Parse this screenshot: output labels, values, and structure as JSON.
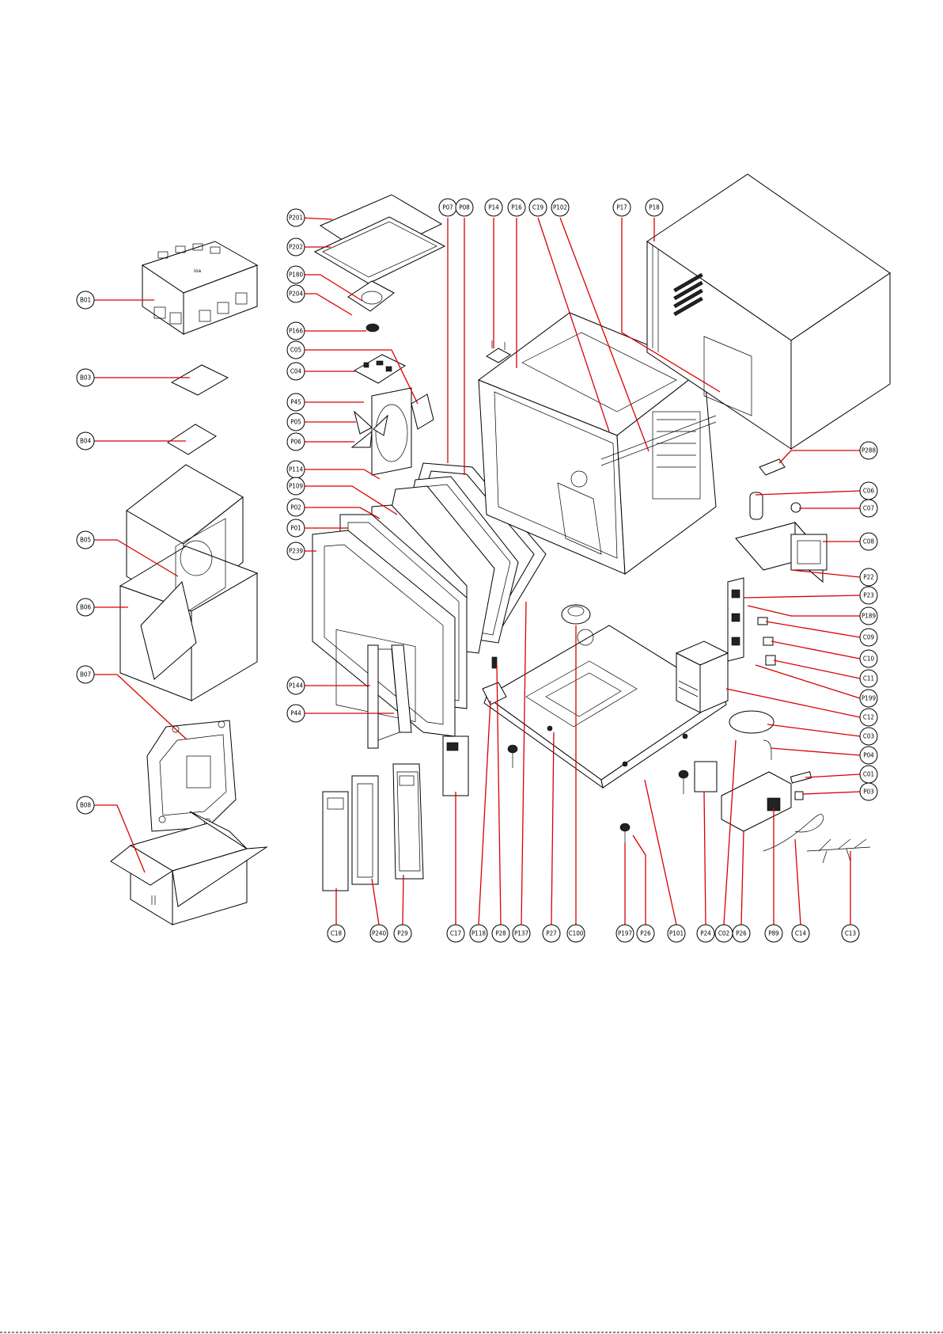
{
  "diagram": {
    "labels_left": [
      "B01",
      "B03",
      "B04",
      "B05",
      "B06",
      "B07",
      "B08"
    ],
    "labels_column": [
      "P201",
      "P202",
      "P180",
      "P204",
      "P166",
      "C05",
      "C04",
      "P45",
      "P05",
      "P06",
      "P114",
      "P109",
      "P02",
      "P01",
      "P239",
      "P144",
      "P44"
    ],
    "labels_top": [
      "P07",
      "P08",
      "P14",
      "P16",
      "C19",
      "P102",
      "P17",
      "P18"
    ],
    "labels_right": [
      "P288",
      "C06",
      "C07",
      "C08",
      "P22",
      "P23",
      "P189",
      "C09",
      "C10",
      "C11",
      "P199",
      "C12",
      "C03",
      "P04",
      "C01",
      "P03"
    ],
    "labels_bottom": [
      "C18",
      "P240",
      "P29",
      "C17",
      "P118",
      "P28",
      "P137",
      "P27",
      "C100",
      "P197",
      "P26",
      "P101",
      "P24",
      "C02",
      "P26",
      "P89",
      "C14",
      "C13"
    ]
  }
}
